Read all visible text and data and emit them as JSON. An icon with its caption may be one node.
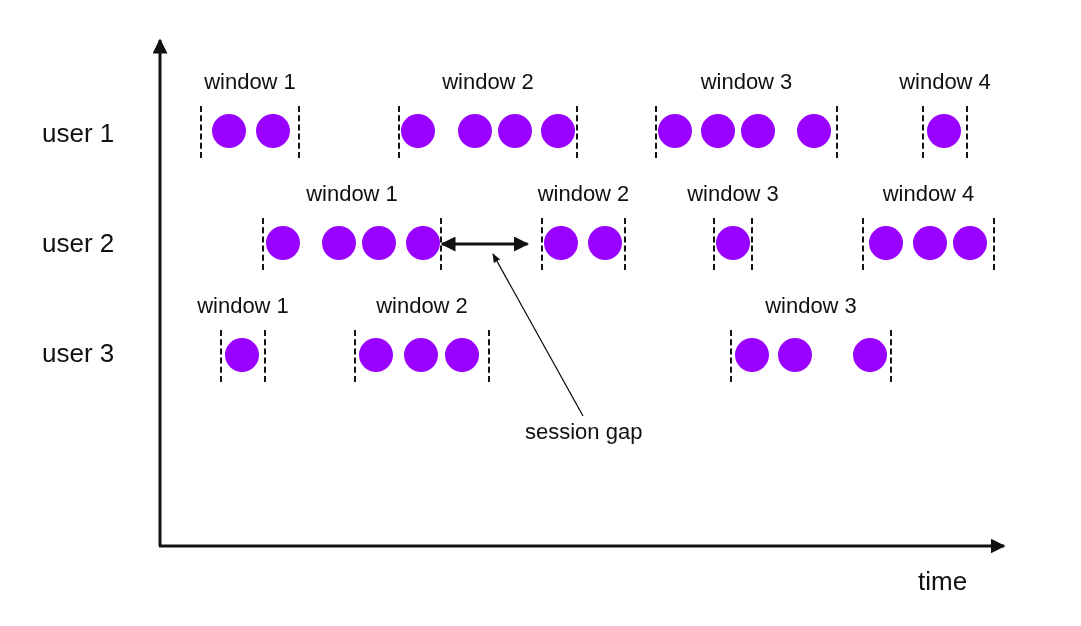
{
  "diagram": {
    "nodes": [
      {
        "text": [
          "window 1"
        ]
      },
      {
        "text": [],
        "shape": "circle",
        "in": 0
      },
      {
        "text": [],
        "shape": "circle",
        "in": 0
      },
      {
        "text": [
          "window 2"
        ]
      },
      {
        "text": [],
        "shape": "circle",
        "in": 3
      },
      {
        "text": [],
        "shape": "circle",
        "in": 3
      },
      {
        "text": [],
        "shape": "circle",
        "in": 3
      },
      {
        "text": [],
        "shape": "circle",
        "in": 3
      },
      {
        "text": [
          "window 3"
        ]
      },
      {
        "text": [],
        "shape": "circle",
        "in": 8
      },
      {
        "text": [],
        "shape": "circle",
        "in": 8
      },
      {
        "text": [],
        "shape": "circle",
        "in": 8
      },
      {
        "text": [],
        "shape": "circle",
        "in": 8
      },
      {
        "text": [
          "window 4"
        ]
      },
      {
        "text": [],
        "shape": "circle",
        "in": 13
      },
      {
        "text": [
          "window 1"
        ]
      },
      {
        "text": [],
        "shape": "circle",
        "in": 15
      },
      {
        "text": [],
        "shape": "circle",
        "in": 15
      },
      {
        "text": [],
        "shape": "circle",
        "in": 15
      },
      {
        "text": [],
        "shape": "circle",
        "in": 15
      },
      {
        "text": [
          "window 2"
        ]
      },
      {
        "text": [],
        "shape": "circle",
        "in": 20
      },
      {
        "text": [],
        "shape": "circle",
        "in": 20
      },
      {
        "text": [
          "window 3"
        ]
      },
      {
        "text": [],
        "shape": "circle",
        "in": 23
      },
      {
        "text": [
          "window 4"
        ]
      },
      {
        "text": [],
        "shape": "circle",
        "in": 25
      },
      {
        "text": [],
        "shape": "circle",
        "in": 25
      },
      {
        "text": [],
        "shape": "circle",
        "in": 25
      },
      {
        "text": [
          "window 1"
        ]
      },
      {
        "text": [],
        "shape": "circle",
        "in": 29
      },
      {
        "text": [
          "window 2"
        ]
      },
      {
        "text": [],
        "shape": "circle",
        "in": 31
      },
      {
        "text": [],
        "shape": "circle",
        "in": 31
      },
      {
        "text": [],
        "shape": "circle",
        "in": 31
      },
      {
        "text": [
          "window 3"
        ]
      },
      {
        "text": [],
        "shape": "circle",
        "in": 35
      },
      {
        "text": [],
        "shape": "circle",
        "in": 35
      },
      {
        "text": [],
        "shape": "circle",
        "in": 35
      },
      {
        "text": [
          "session gap"
        ]
      }
    ],
    "edges": [
      {
        "from": 15,
        "to": 20,
        "arrow": "both",
        "style": "thick"
      },
      {
        "from": 39,
        "to": null,
        "arrow": "to"
      }
    ],
    "labels": [
      "user 1",
      "user 2",
      "user 3",
      "time"
    ]
  }
}
